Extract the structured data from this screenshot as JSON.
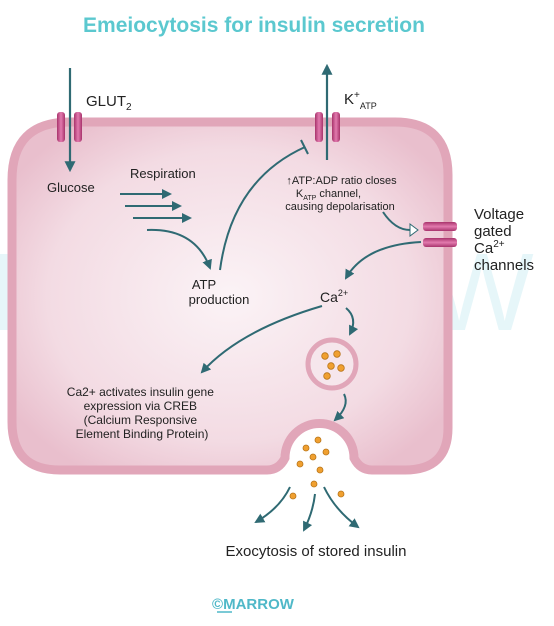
{
  "title": "Emeiocytosis for insulin secretion",
  "labels": {
    "glut": "GLUT",
    "glut_sub": "2",
    "k": "K",
    "k_sup": "+",
    "k_sub": "ATP",
    "glucose": "Glucose",
    "respiration": "Respiration",
    "atp_line1": "ATP",
    "atp_line2": "production",
    "ratio_line1": "↑ATP:ADP ratio closes",
    "ratio_line2_k": "K",
    "ratio_line2_sub": "ATP",
    "ratio_line2_rest": " channel,",
    "ratio_line3": "causing depolarisation",
    "vg_line1": "Voltage",
    "vg_line2": "gated",
    "vg_line3": "Ca",
    "vg_line3_sup": "2+",
    "vg_line4": "channels",
    "ca": "Ca",
    "ca_sup": "2+",
    "creb_line1": "Ca2+ activates insulin gene",
    "creb_line2": "expression via CREB",
    "creb_line3": "(Calcium Responsive",
    "creb_line4": "Element Binding Protein)",
    "exocytosis": "Exocytosis of stored insulin"
  },
  "watermark": "MARROW",
  "footer": {
    "copyright": "©",
    "brand": "MARROW"
  },
  "colors": {
    "title": "#5bc8cf",
    "cell_fill": "#f0d3dc",
    "cell_border": "#e1a6b9",
    "channel": "#c9528a",
    "arrow": "#2f6a73",
    "granule": "#f0a030",
    "footer": "#4fb8c8"
  }
}
